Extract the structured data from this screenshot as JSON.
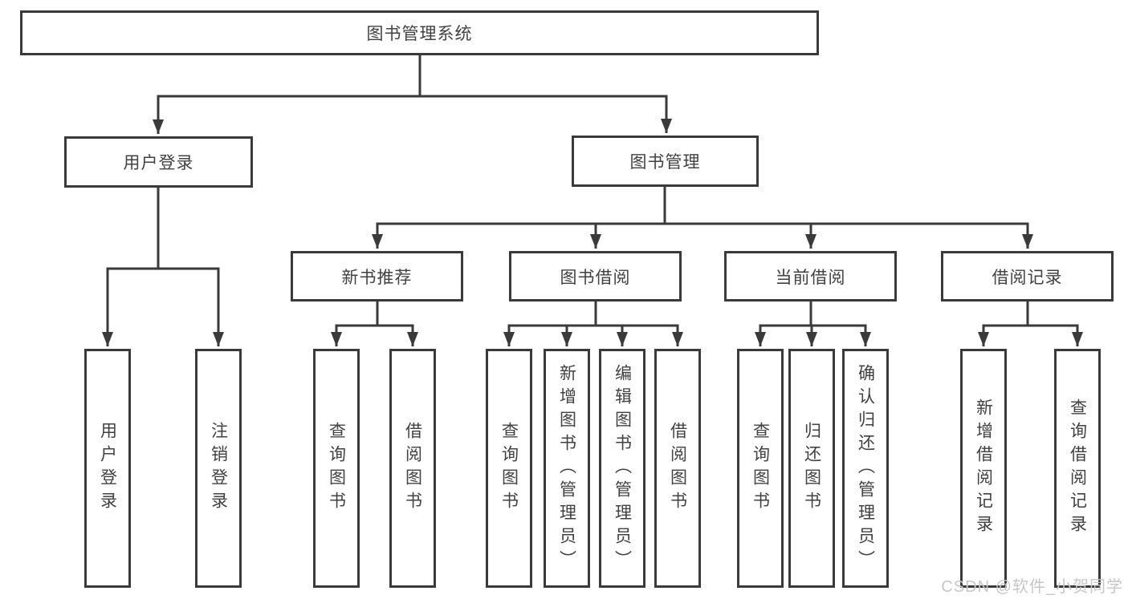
{
  "watermark": "CSDN @软件_小贺同学",
  "colors": {
    "line": "#3a3a3a",
    "box_border": "#3a3a3a",
    "text": "#414141",
    "background": "#ffffff",
    "watermark": "#c7c7c7"
  },
  "tree": {
    "root": {
      "label": "图书管理系统"
    },
    "branches": [
      {
        "label": "用户登录",
        "children": [
          {
            "label": "用户登录"
          },
          {
            "label": "注销登录"
          }
        ]
      },
      {
        "label": "图书管理",
        "groups": [
          {
            "label": "新书推荐",
            "children": [
              {
                "label": "查询图书"
              },
              {
                "label": "借阅图书"
              }
            ]
          },
          {
            "label": "图书借阅",
            "children": [
              {
                "label": "查询图书"
              },
              {
                "label": "新增图书（管理员）"
              },
              {
                "label": "编辑图书（管理员）"
              },
              {
                "label": "借阅图书"
              }
            ]
          },
          {
            "label": "当前借阅",
            "children": [
              {
                "label": "查询图书"
              },
              {
                "label": "归还图书"
              },
              {
                "label": "确认归还（管理员）"
              }
            ]
          },
          {
            "label": "借阅记录",
            "children": [
              {
                "label": "新增借阅记录"
              },
              {
                "label": "查询借阅记录"
              }
            ]
          }
        ]
      }
    ]
  }
}
